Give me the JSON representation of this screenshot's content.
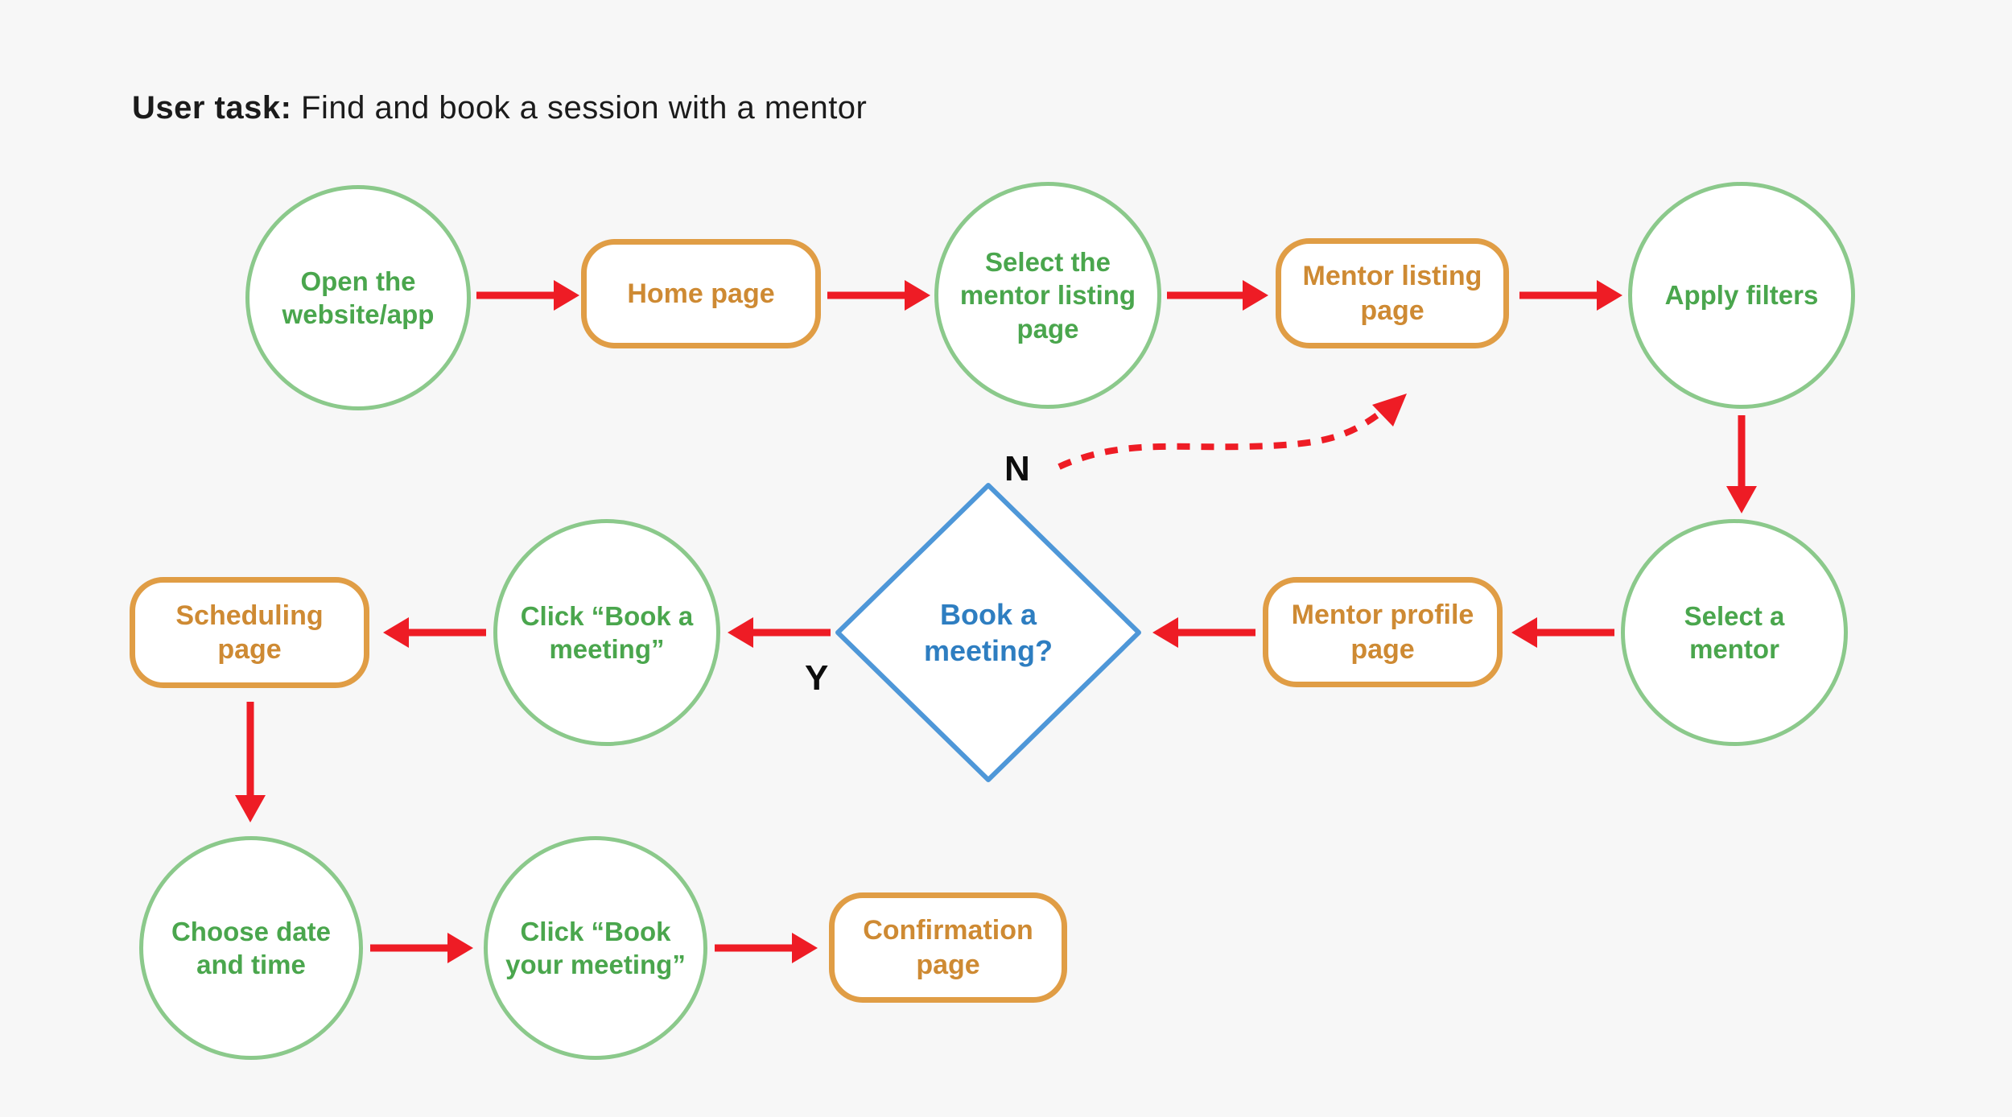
{
  "title": {
    "prefix": "User task:",
    "rest": " Find and book a session with a mentor"
  },
  "nodes": {
    "open_website": {
      "type": "user-action",
      "shape": "circle",
      "label": "Open the\nwebsite/app"
    },
    "home_page": {
      "type": "page",
      "shape": "rounded-rect",
      "label": "Home page"
    },
    "select_listing": {
      "type": "user-action",
      "shape": "circle",
      "label": "Select the\nmentor listing\npage"
    },
    "mentor_listing": {
      "type": "page",
      "shape": "rounded-rect",
      "label": "Mentor listing\npage"
    },
    "apply_filters": {
      "type": "user-action",
      "shape": "circle",
      "label": "Apply filters"
    },
    "select_mentor": {
      "type": "user-action",
      "shape": "circle",
      "label": "Select a\nmentor"
    },
    "mentor_profile": {
      "type": "page",
      "shape": "rounded-rect",
      "label": "Mentor profile\npage"
    },
    "decision": {
      "type": "decision",
      "shape": "diamond",
      "label": "Book a\nmeeting?"
    },
    "click_book_meeting": {
      "type": "user-action",
      "shape": "circle",
      "label": "Click “Book a\nmeeting”"
    },
    "scheduling": {
      "type": "page",
      "shape": "rounded-rect",
      "label": "Scheduling\npage"
    },
    "choose_date": {
      "type": "user-action",
      "shape": "circle",
      "label": "Choose date\nand time"
    },
    "click_book_your": {
      "type": "user-action",
      "shape": "circle",
      "label": "Click “Book\nyour meeting”"
    },
    "confirmation": {
      "type": "page",
      "shape": "rounded-rect",
      "label": "Confirmation\npage"
    }
  },
  "labels": {
    "no": "N",
    "yes": "Y"
  },
  "edges": [
    {
      "from": "open_website",
      "to": "home_page",
      "style": "solid",
      "label": ""
    },
    {
      "from": "home_page",
      "to": "select_listing",
      "style": "solid",
      "label": ""
    },
    {
      "from": "select_listing",
      "to": "mentor_listing",
      "style": "solid",
      "label": ""
    },
    {
      "from": "mentor_listing",
      "to": "apply_filters",
      "style": "solid",
      "label": ""
    },
    {
      "from": "apply_filters",
      "to": "select_mentor",
      "style": "solid",
      "label": ""
    },
    {
      "from": "select_mentor",
      "to": "mentor_profile",
      "style": "solid",
      "label": ""
    },
    {
      "from": "mentor_profile",
      "to": "decision",
      "style": "solid",
      "label": ""
    },
    {
      "from": "decision",
      "to": "click_book_meeting",
      "style": "solid",
      "label": "Y"
    },
    {
      "from": "decision",
      "to": "mentor_listing",
      "style": "dashed",
      "label": "N"
    },
    {
      "from": "click_book_meeting",
      "to": "scheduling",
      "style": "solid",
      "label": ""
    },
    {
      "from": "scheduling",
      "to": "choose_date",
      "style": "solid",
      "label": ""
    },
    {
      "from": "choose_date",
      "to": "click_book_your",
      "style": "solid",
      "label": ""
    },
    {
      "from": "click_book_your",
      "to": "confirmation",
      "style": "solid",
      "label": ""
    }
  ],
  "colors": {
    "background": "#F7F7F7",
    "action_border": "#8BC98B",
    "action_text": "#4AA64D",
    "page_border": "#E09D45",
    "page_text": "#CE8A33",
    "decision_border": "#4E97D8",
    "decision_text": "#2E7EC1",
    "arrow": "#EE1C25",
    "branch_label": "#0D0D0D"
  }
}
